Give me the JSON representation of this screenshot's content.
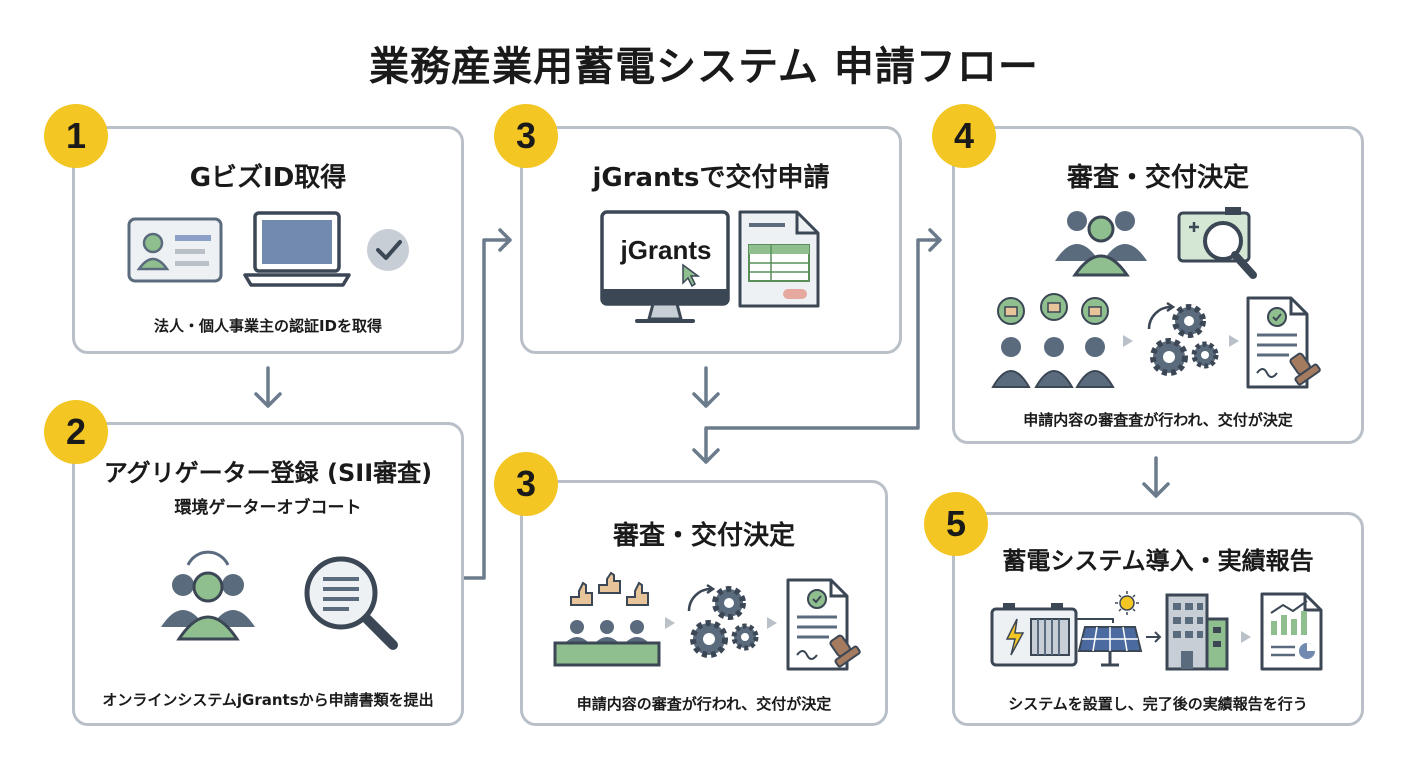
{
  "title": "業務産業用蓄電システム 申請フロー",
  "colors": {
    "badge": "#f3c623",
    "border": "#b9c0c8",
    "arrow": "#6b7b8c",
    "icon_dark": "#5a6b7d",
    "icon_green": "#8fbf8f"
  },
  "steps": [
    {
      "number": "1",
      "title": "GビズID取得",
      "description": "法人・個人事業主の認証IDを取得",
      "icons": [
        "id-card-icon",
        "laptop-icon",
        "check-icon"
      ]
    },
    {
      "number": "2",
      "title": "アグリゲーター登録 (SII審査)",
      "subtitle": "環境ゲーターオブコート",
      "description": "オンラインシステムjGrantsから申請書類を提出",
      "icons": [
        "people-group-icon",
        "magnifier-document-icon"
      ]
    },
    {
      "number": "3",
      "title": "jGrantsで交付申請",
      "screen_text": "jGrants",
      "icons": [
        "monitor-icon",
        "form-document-icon"
      ]
    },
    {
      "number": "3",
      "title": "審査・交付決定",
      "description": "申請内容の審査が行われ、交付が決定",
      "icons": [
        "review-panel-icon",
        "gears-icon",
        "certificate-icon"
      ]
    },
    {
      "number": "4",
      "title": "審査・交付決定",
      "description": "申請内容の審査査が行われ、交付が決定",
      "icons": [
        "people-group-icon",
        "camera-magnifier-icon",
        "thumbs-up-people-icon",
        "gears-icon",
        "certificate-icon"
      ]
    },
    {
      "number": "5",
      "title": "蓄電システム導入・実績報告",
      "description": "システムを設置し、完了後の実績報告を行う",
      "icons": [
        "battery-icon",
        "solar-panel-icon",
        "building-icon",
        "report-chart-icon"
      ]
    }
  ]
}
